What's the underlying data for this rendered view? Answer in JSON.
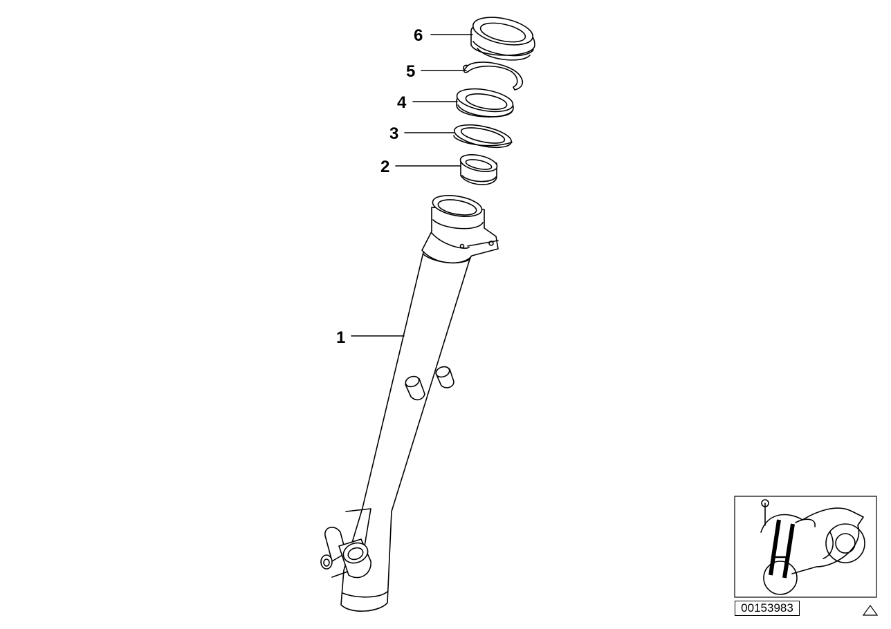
{
  "callouts": [
    {
      "id": "1",
      "label": "1"
    },
    {
      "id": "2",
      "label": "2"
    },
    {
      "id": "3",
      "label": "3"
    },
    {
      "id": "4",
      "label": "4"
    },
    {
      "id": "5",
      "label": "5"
    },
    {
      "id": "6",
      "label": "6"
    }
  ],
  "diagram_number": "00153983",
  "icons": {
    "locator": "motorcycle-locator-icon",
    "corner": "triangle-icon"
  }
}
